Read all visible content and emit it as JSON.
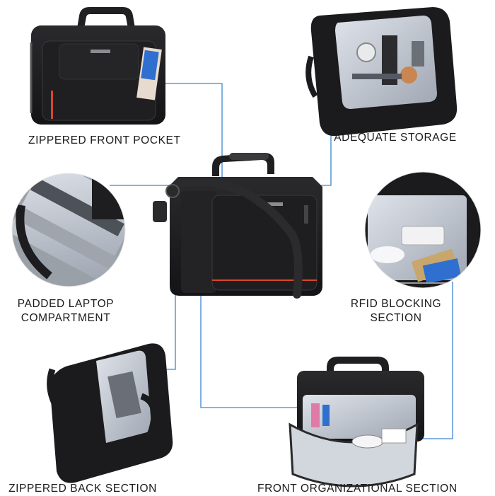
{
  "labels": {
    "front_pocket": "ZIPPERED FRONT POCKET",
    "storage": "ADEQUATE STORAGE",
    "laptop_line1": "PADDED LAPTOP",
    "laptop_line2": "COMPARTMENT",
    "rfid_line1": "RFID BLOCKING",
    "rfid_line2": "SECTION",
    "back_section": "ZIPPERED BACK SECTION",
    "front_org": "FRONT ORGANIZATIONAL SECTION"
  },
  "colors": {
    "leader_line": "#3a86d1",
    "bag": "#1c1c1e",
    "interior": "#c9cdd4",
    "accent": "#d8462a"
  }
}
